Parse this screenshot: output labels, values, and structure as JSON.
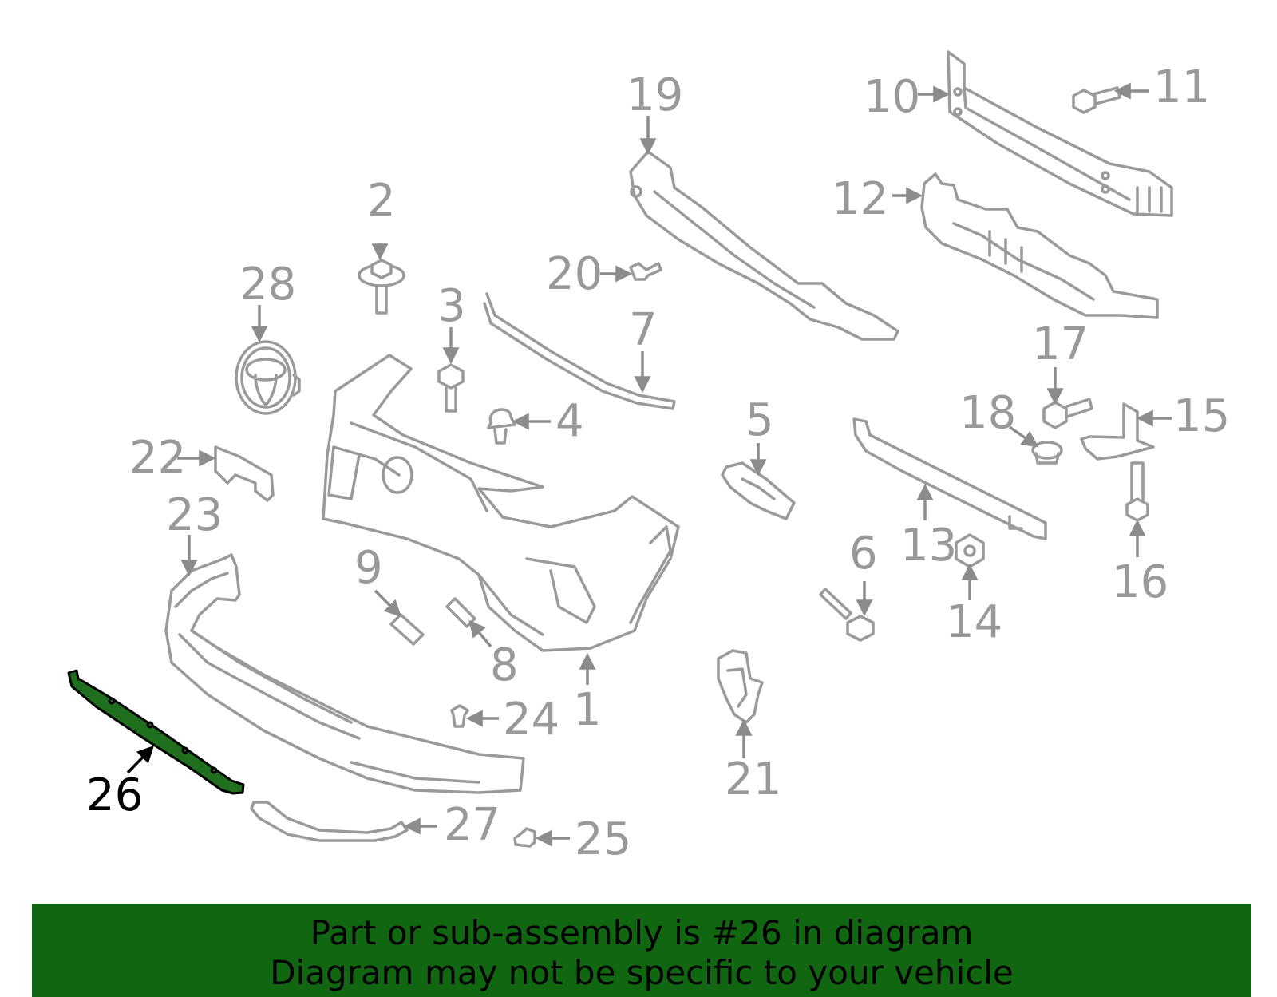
{
  "diagram": {
    "highlight_color": "#1f6f1f",
    "callouts": {
      "c1": "1",
      "c2": "2",
      "c3": "3",
      "c4": "4",
      "c5": "5",
      "c6": "6",
      "c7": "7",
      "c8": "8",
      "c9": "9",
      "c10": "10",
      "c11": "11",
      "c12": "12",
      "c13": "13",
      "c14": "14",
      "c15": "15",
      "c16": "16",
      "c17": "17",
      "c18": "18",
      "c19": "19",
      "c20": "20",
      "c21": "21",
      "c22": "22",
      "c23": "23",
      "c24": "24",
      "c25": "25",
      "c26": "26",
      "c27": "27",
      "c28": "28"
    },
    "selected_part": "26"
  },
  "banner": {
    "line1": "Part or sub-assembly is #26 in diagram",
    "line2": "Diagram may not be specific to your vehicle",
    "background": "#116611"
  }
}
